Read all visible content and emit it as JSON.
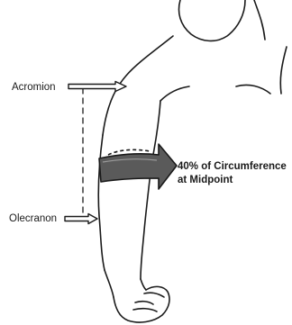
{
  "labels": {
    "acromion": "Acromion",
    "olecranon": "Olecranon",
    "circumference_line1": "40% of Circumference",
    "circumference_line2": "at Midpoint"
  },
  "colors": {
    "ink": "#1a1a1a",
    "band_fill": "#5a5a5a",
    "background": "#ffffff"
  }
}
